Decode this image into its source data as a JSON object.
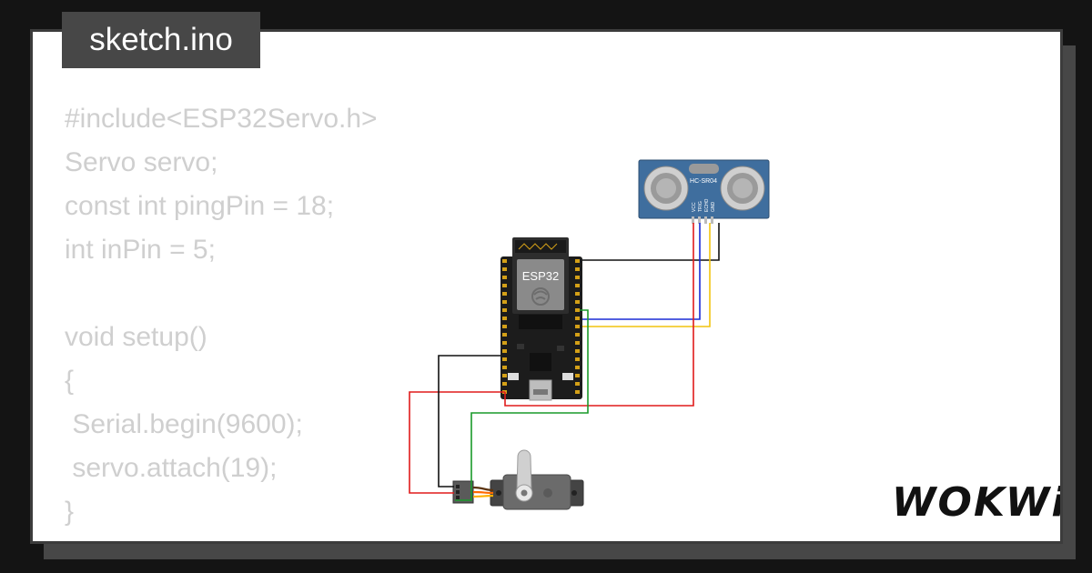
{
  "window": {
    "title": "sketch.ino"
  },
  "editor": {
    "code_lines": [
      "#include<ESP32Servo.h>",
      "Servo servo;",
      "const int pingPin = 18;",
      "int inPin = 5;",
      "",
      "void setup()",
      "{",
      " Serial.begin(9600);",
      " servo.attach(19);",
      "}"
    ]
  },
  "circuit": {
    "board_label": "ESP32",
    "sensor_label": "HC-SR04",
    "sensor_pins": [
      "VCC",
      "TRIG",
      "ECHO",
      "GND"
    ],
    "wire_colors": {
      "black": "#111111",
      "red": "#e01b1b",
      "blue": "#1a2bd6",
      "yellow": "#f1c40f",
      "green": "#1a9a2a",
      "orange": "#ff6a00"
    }
  },
  "brand": {
    "logo": "WOKWi"
  }
}
